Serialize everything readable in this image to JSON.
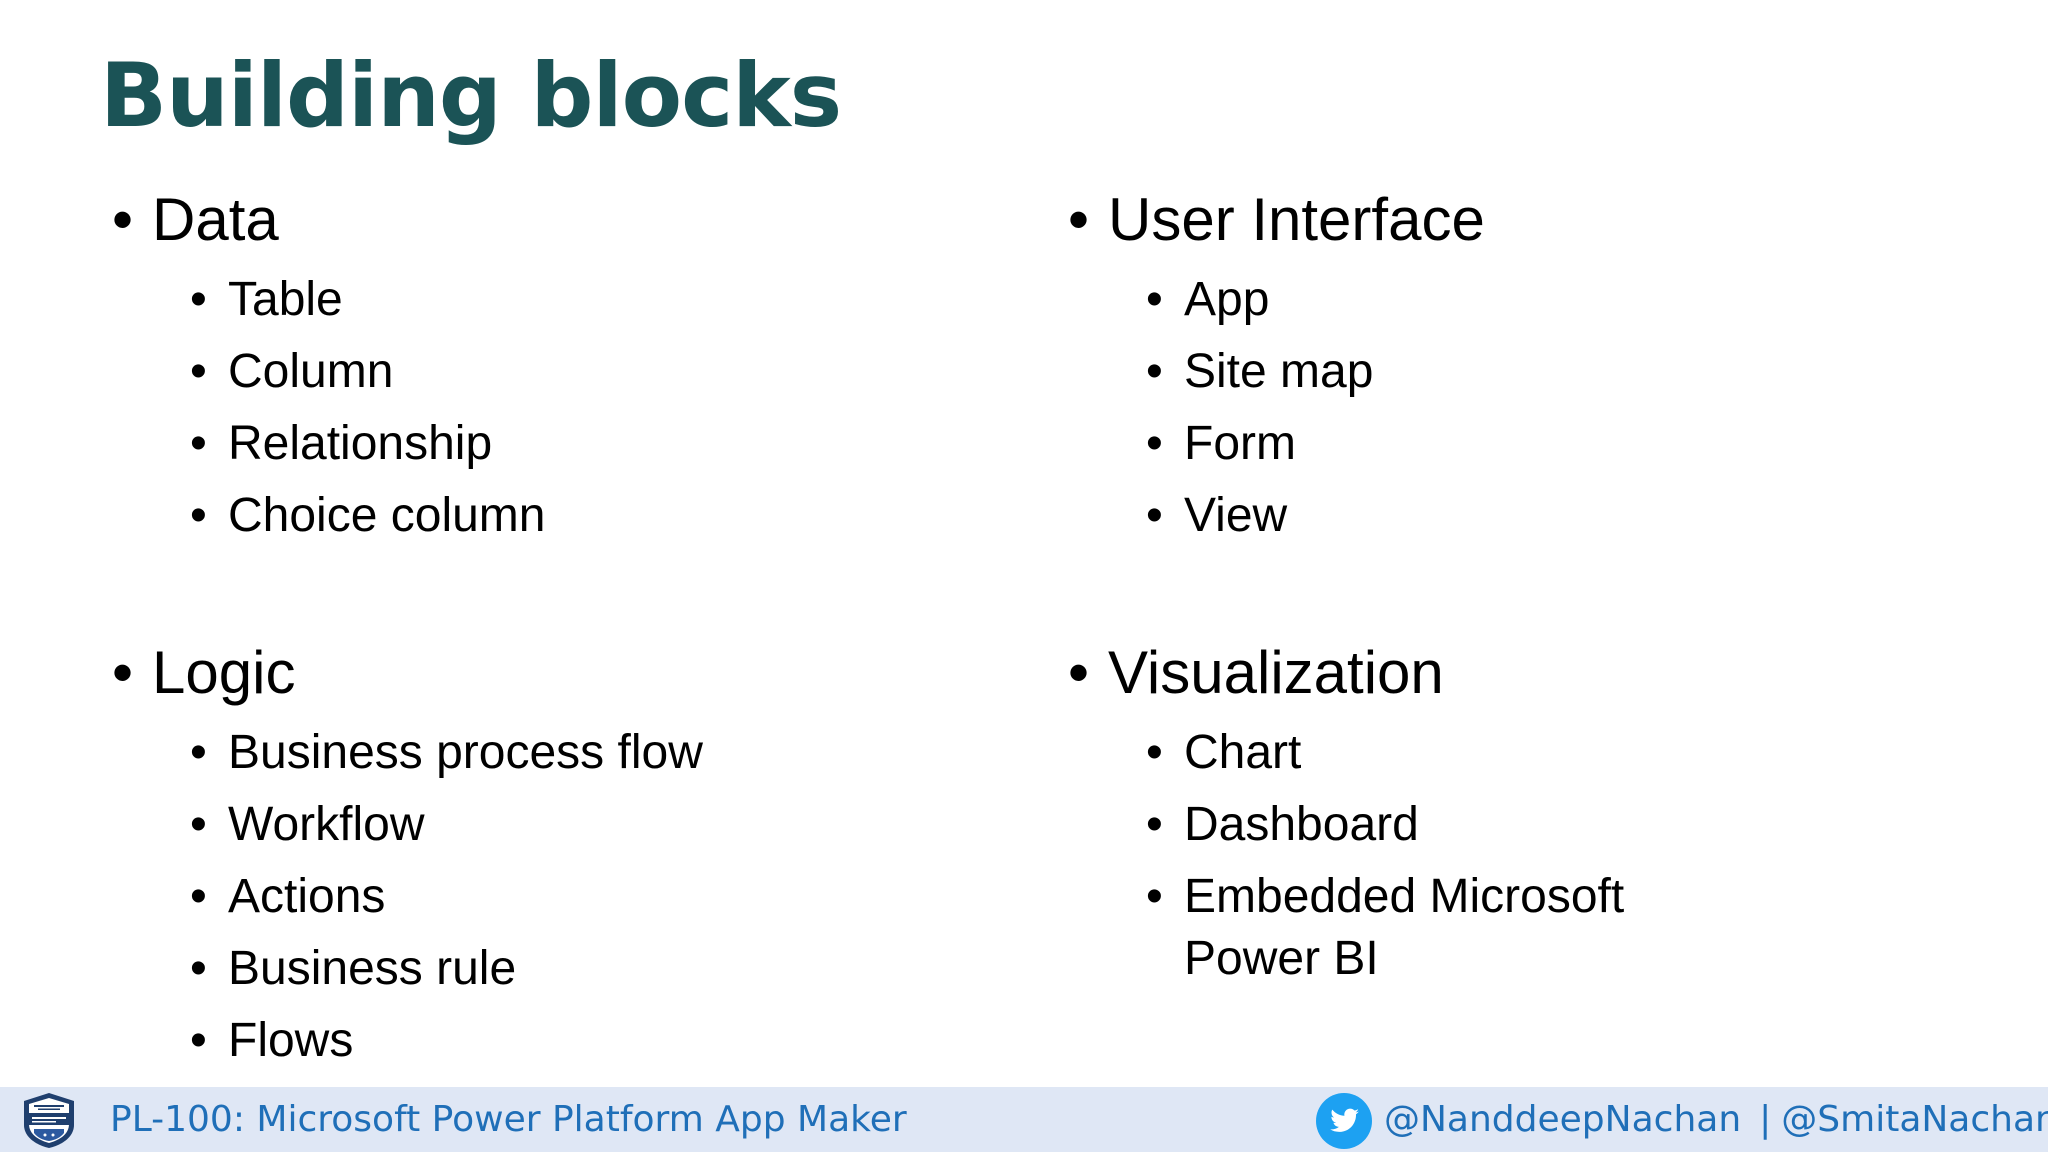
{
  "slide": {
    "title": "Building blocks",
    "sections": {
      "data": {
        "heading": "Data",
        "items": [
          "Table",
          "Column",
          "Relationship",
          "Choice column"
        ]
      },
      "ui": {
        "heading": "User Interface",
        "items": [
          "App",
          "Site map",
          "Form",
          "View"
        ]
      },
      "logic": {
        "heading": "Logic",
        "items": [
          "Business process flow",
          "Workflow",
          "Actions",
          "Business rule",
          "Flows"
        ]
      },
      "visualization": {
        "heading": "Visualization",
        "items": [
          "Chart",
          "Dashboard",
          "Embedded Microsoft Power BI"
        ]
      }
    }
  },
  "footer": {
    "course": "PL-100: Microsoft Power Platform App Maker",
    "handle_1": "@NanddeepNachan",
    "separator": "|",
    "handle_2": "@SmitaNachan",
    "badge_icon": "certification-badge-icon",
    "twitter_icon": "twitter-bird-icon"
  },
  "colors": {
    "title": "#1b5356",
    "footer_bg": "#dfe7f5",
    "footer_text": "#1f6fb8",
    "twitter": "#1da1f2"
  }
}
